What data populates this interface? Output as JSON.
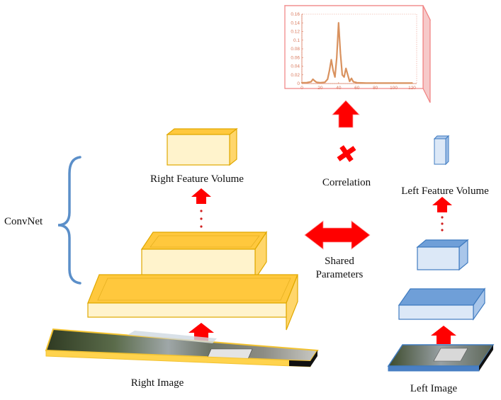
{
  "labels": {
    "convnet": "ConvNet",
    "right_feature_volume": "Right Feature Volume",
    "left_feature_volume": "Left Feature Volume",
    "correlation": "Correlation",
    "shared_line1": "Shared",
    "shared_line2": "Parameters",
    "right_image": "Right Image",
    "left_image": "Left Image"
  },
  "colors": {
    "right_branch_fill": "#ffc83d",
    "right_branch_light": "#fff3cc",
    "left_branch_fill": "#6f9fd8",
    "left_branch_light": "#dce8f7",
    "arrow": "#ff0000",
    "chart_frame": "#f08080",
    "chart_line": "#d9925f",
    "brace": "#5b8fc9"
  },
  "chart_data": {
    "type": "line",
    "title": "",
    "xlabel": "",
    "ylabel": "",
    "xlim": [
      0,
      125
    ],
    "ylim": [
      0,
      0.16
    ],
    "xticks": [
      "0",
      "20",
      "40",
      "60",
      "80",
      "100",
      "120"
    ],
    "yticks": [
      "0",
      "0.02",
      "0.04",
      "0.06",
      "0.08",
      "0.1",
      "0.12",
      "0.14",
      "0.16"
    ],
    "x": [
      0,
      5,
      10,
      12,
      14,
      16,
      20,
      25,
      28,
      30,
      32,
      34,
      36,
      38,
      40,
      42,
      44,
      46,
      48,
      50,
      52,
      54,
      56,
      60,
      70,
      80,
      100,
      120
    ],
    "y": [
      0.002,
      0.002,
      0.004,
      0.01,
      0.006,
      0.003,
      0.002,
      0.003,
      0.01,
      0.03,
      0.055,
      0.03,
      0.015,
      0.06,
      0.14,
      0.07,
      0.02,
      0.015,
      0.035,
      0.02,
      0.005,
      0.012,
      0.004,
      0.002,
      0.001,
      0.001,
      0.001,
      0.001
    ]
  }
}
